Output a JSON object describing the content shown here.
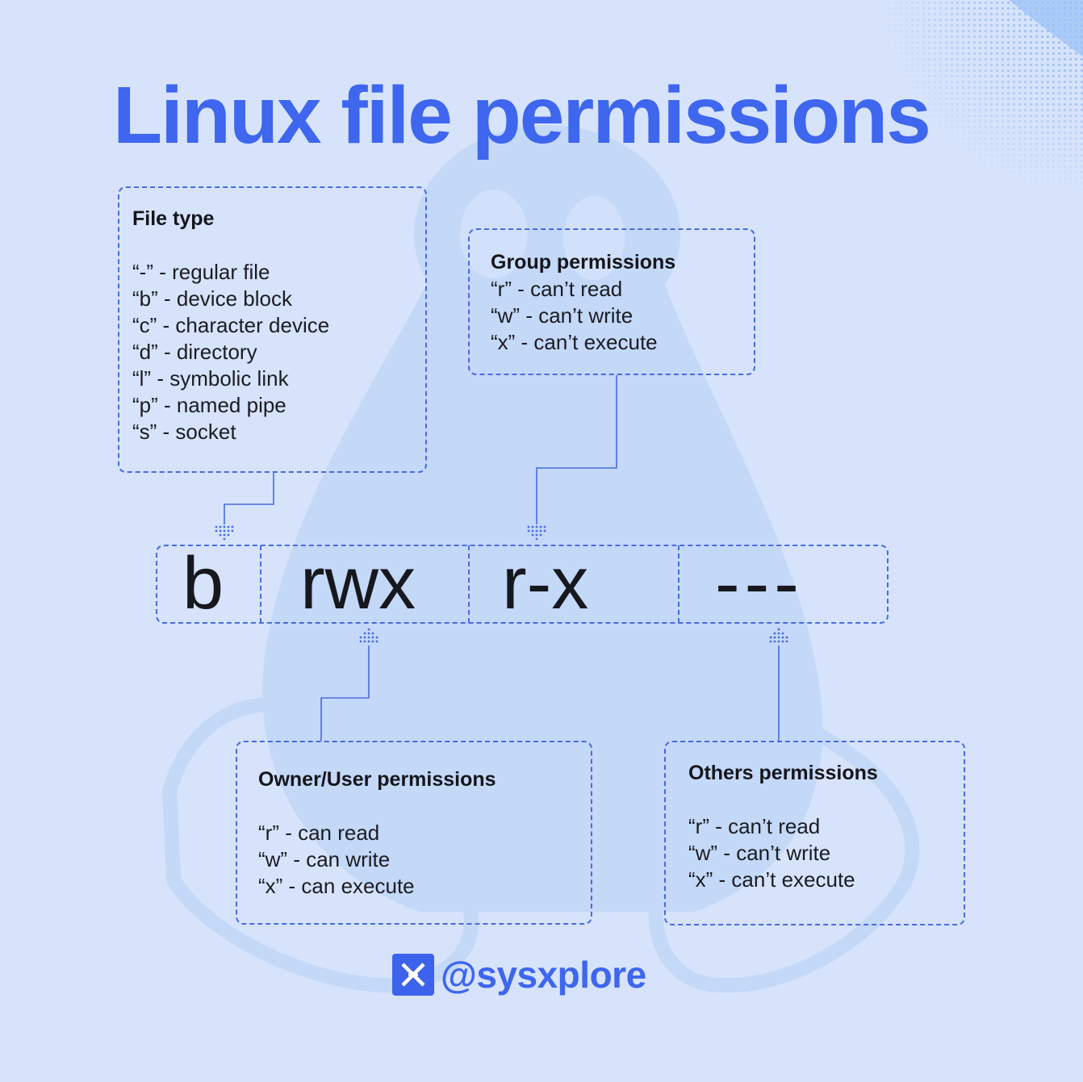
{
  "title": "Linux file permissions",
  "permission_string": {
    "type": "b",
    "owner": "rwx",
    "group": "r-x",
    "others": "---"
  },
  "file_type_box": {
    "title": "File type",
    "items": [
      "“-” - regular file",
      "“b” - device block",
      "“c” - character device",
      "“d” - directory",
      "“l” - symbolic link",
      "“p” - named pipe",
      "“s” - socket"
    ]
  },
  "group_box": {
    "title": "Group permissions",
    "items": [
      "“r” - can’t read",
      "“w” - can’t write",
      "“x” - can’t execute"
    ]
  },
  "owner_box": {
    "title": "Owner/User permissions",
    "items": [
      "“r” - can read",
      "“w” - can write",
      "“x” - can execute"
    ]
  },
  "others_box": {
    "title": "Others permissions",
    "items": [
      "“r” - can’t read",
      "“w” - can’t write",
      "“x” - can’t execute"
    ]
  },
  "brand": {
    "handle": "@sysxplore",
    "logo_icon": "sysxplore-logo-icon"
  },
  "colors": {
    "background": "#d6e3fb",
    "accent": "#3e66ee",
    "dashed_border": "#4a6be0",
    "text": "#15161c"
  }
}
